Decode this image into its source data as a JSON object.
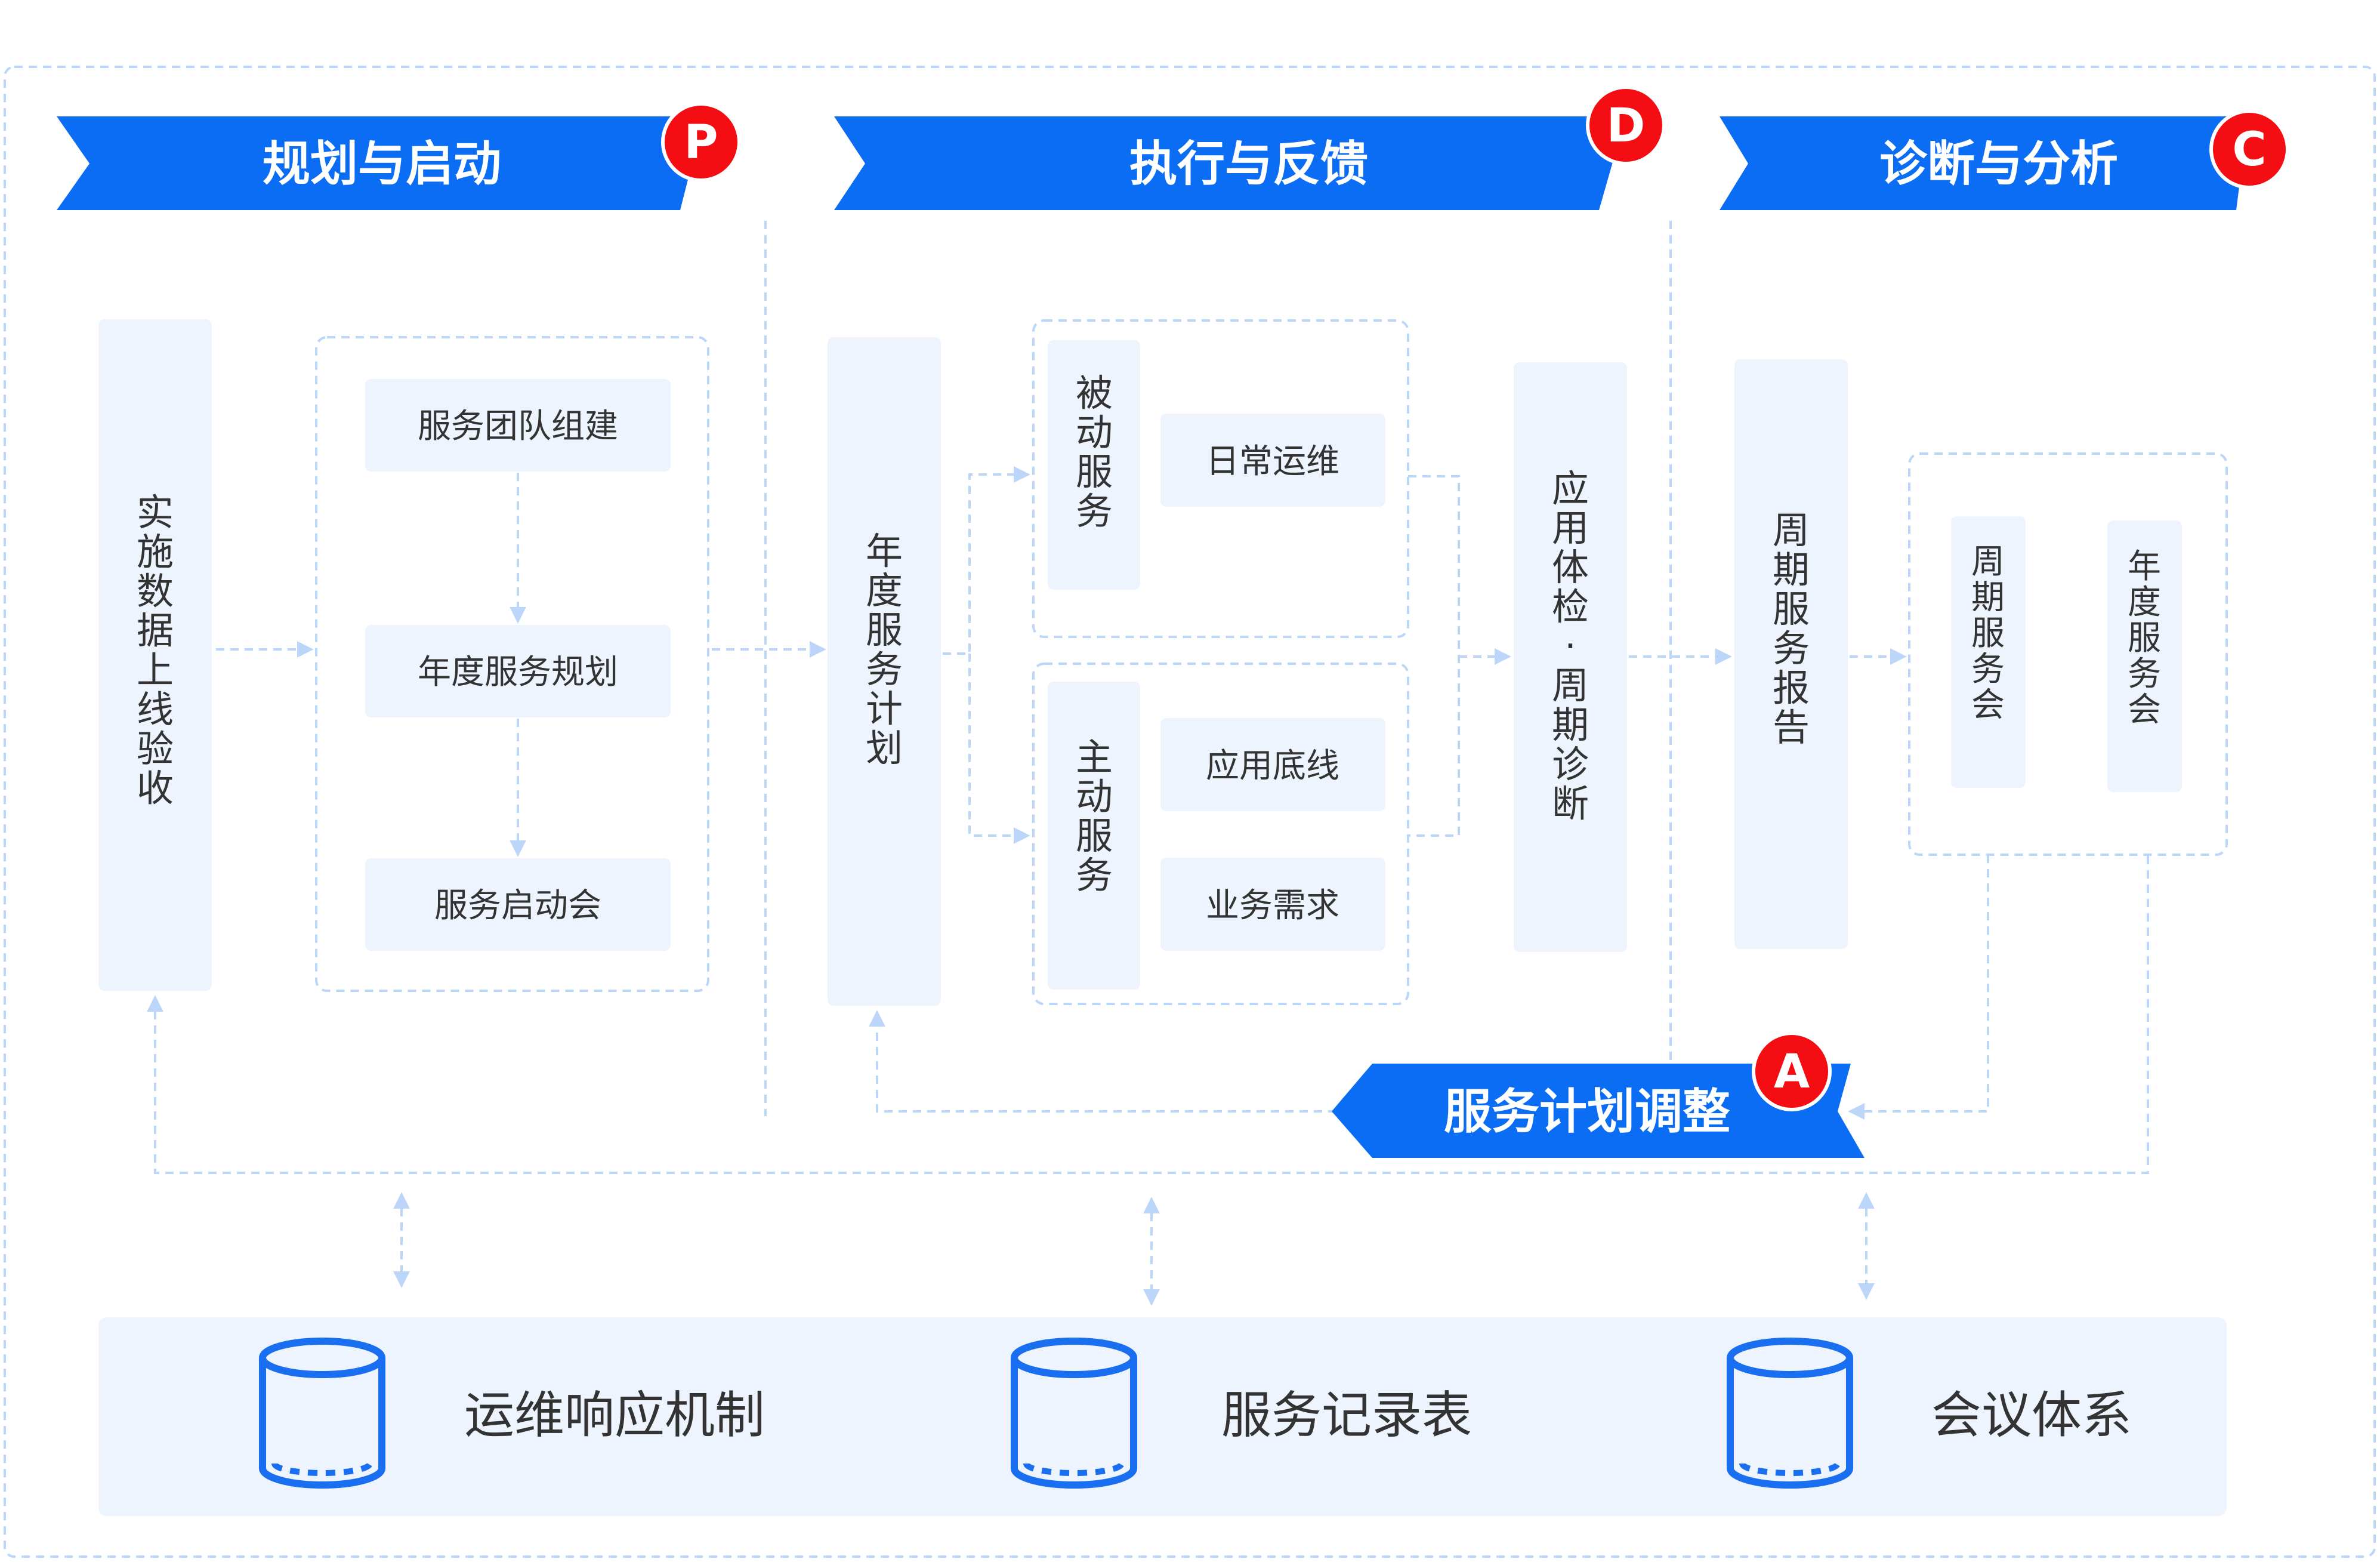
{
  "colors": {
    "banner": "#0b6cf4",
    "badge": "#f40d13",
    "box_fill": "#edf4fe",
    "dash": "#bcd6fa",
    "text": "#333333",
    "db_stroke": "#1a6ef0"
  },
  "phases": {
    "plan": {
      "title": "规划与启动",
      "badge": "P"
    },
    "do": {
      "title": "执行与反馈",
      "badge": "D"
    },
    "check": {
      "title": "诊断与分析",
      "badge": "C"
    },
    "act": {
      "title": "服务计划调整",
      "badge": "A"
    }
  },
  "plan": {
    "acceptance": "实施数据上线验收",
    "steps": [
      "服务团队组建",
      "年度服务规划",
      "服务启动会"
    ]
  },
  "do": {
    "annual_plan": "年度服务计划",
    "passive": {
      "label": "被动服务",
      "items": [
        "日常运维"
      ]
    },
    "active": {
      "label": "主动服务",
      "items": [
        "应用底线",
        "业务需求"
      ]
    }
  },
  "check": {
    "diagnosis": "应用体检·周期诊断",
    "report": "周期服务报告",
    "meetings": [
      "周期服务会",
      "年度服务会"
    ]
  },
  "storage": [
    {
      "icon": "database-icon",
      "label": "运维响应机制"
    },
    {
      "icon": "database-icon",
      "label": "服务记录表"
    },
    {
      "icon": "database-icon",
      "label": "会议体系"
    }
  ]
}
